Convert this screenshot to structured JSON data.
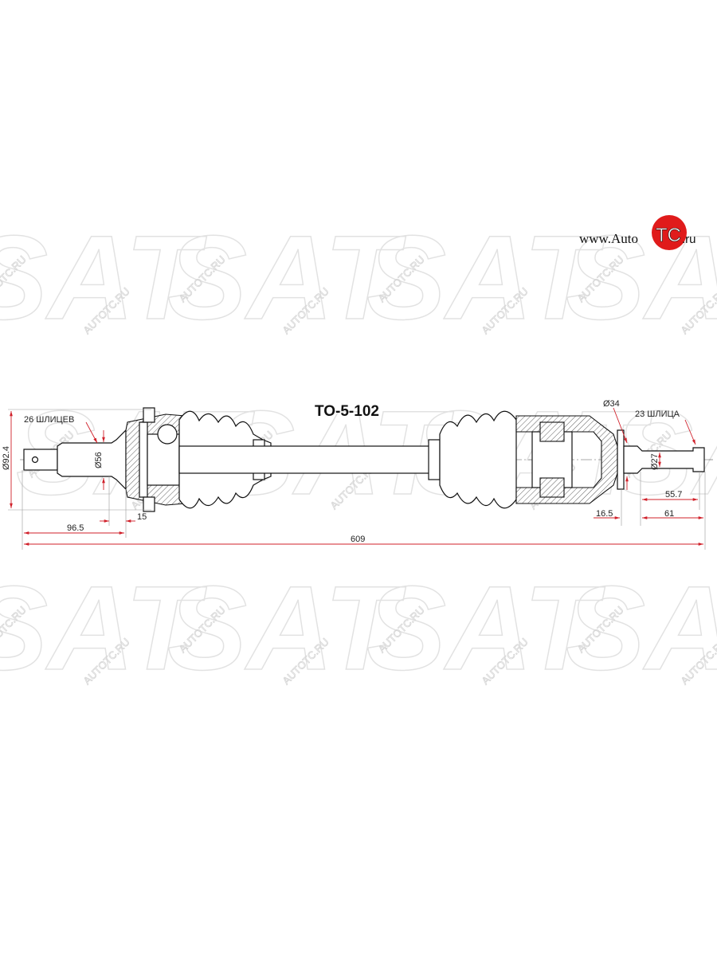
{
  "part_number": "TO-5-102",
  "logo": {
    "text": "www.AutoTC.ru",
    "prefix": "www.Auto",
    "badge": "TC",
    "suffix": ".ru",
    "badge_color": "#e01b1b"
  },
  "watermark": {
    "brand": "SAT",
    "site": "AUTOTC.RU"
  },
  "dimensions": {
    "outer_diameter": "Ø92.4",
    "outer_splines": "26 ШЛИЦЕВ",
    "outer_seal_diameter": "Ø56",
    "outer_offset": "15",
    "outer_length": "96.5",
    "total_length": "609",
    "inner_seal_diameter": "Ø34",
    "inner_splines": "23 ШЛИЦА",
    "inner_shaft_diameter": "Ø27",
    "inner_spline_length": "55.7",
    "inner_flange_offset": "16.5",
    "inner_length": "61"
  },
  "colors": {
    "dimension_lines": "#d0202a",
    "watermark": "#d6d6d6"
  }
}
